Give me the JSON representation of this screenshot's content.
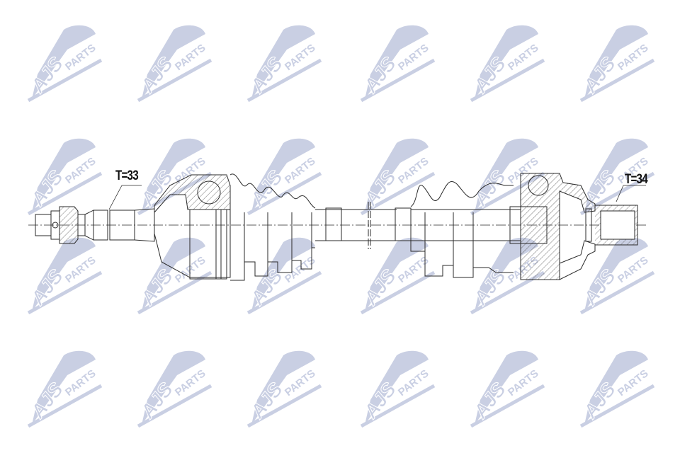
{
  "diagram": {
    "type": "drive-shaft-technical-drawing",
    "labels": {
      "left_joint": "T=33",
      "right_joint": "T=34"
    },
    "watermark": {
      "text_main": "AJS",
      "text_sub": "PARTS",
      "color": "#c9cfe3",
      "columns_x": [
        35,
        190,
        345,
        505,
        660,
        815
      ],
      "rows_y": [
        30,
        190,
        330,
        490
      ]
    },
    "colors": {
      "background": "#ffffff",
      "line": "#2a2a2a",
      "hatch": "#555555"
    }
  }
}
